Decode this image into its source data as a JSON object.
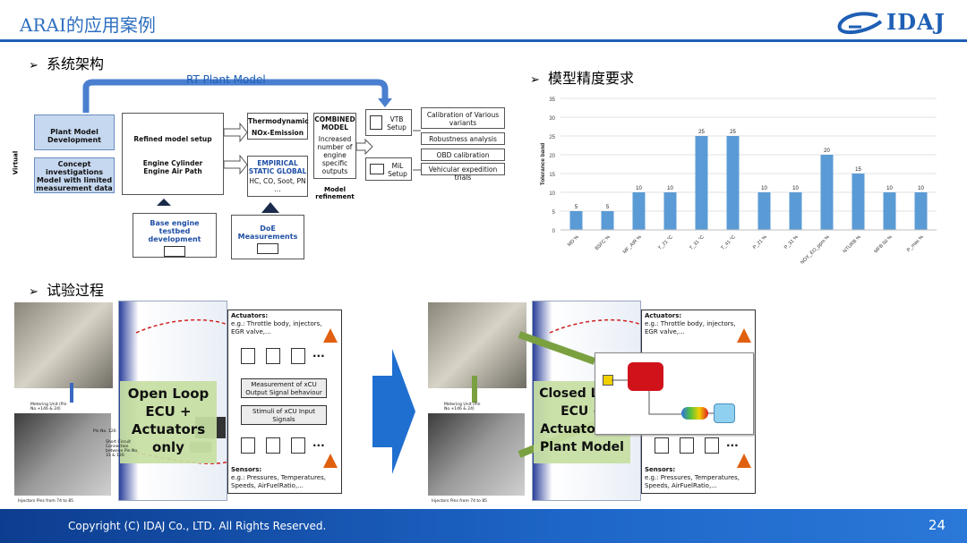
{
  "header": {
    "title": "ARAI的应用案例",
    "logo_text": "IDAJ"
  },
  "sections": {
    "architecture": "系统架构",
    "accuracy": "模型精度要求",
    "process": "试验过程"
  },
  "arch": {
    "rt_plant_model": "RT Plant Model",
    "virtual": "Virtual",
    "plant_model_dev": "Plant Model Development",
    "concept": "Concept investigations Model with limited measurement data",
    "refined": "Refined model setup",
    "engine_cyl": "Engine Cylinder Engine Air Path",
    "thermo": "Thermodynamic",
    "nox": "NOx-Emission",
    "empirical": "EMPIRICAL STATIC GLOBAL",
    "hc": "HC, CO, Soot, PN ...",
    "combined": "COMBINED MODEL",
    "increased": "Increased number of engine specific outputs",
    "model_ref": "Model refinement",
    "vtb": "VTB Setup",
    "mil": "MiL Setup",
    "cal": "Calibration of Various variants",
    "robust": "Robustness analysis",
    "obd": "OBD calibration",
    "vehicular": "Vehicular expedition trials",
    "base_engine": "Base engine testbed development",
    "doe": "DoE Measurements"
  },
  "chart_data": {
    "type": "bar",
    "categories": [
      "MD %",
      "BSFC %",
      "MF_AIR %",
      "T_21 °C",
      "T_31 °C",
      "T_41 °C",
      "P_21 %",
      "P_31 %",
      "NOX_EO_ppm %",
      "NTURB %",
      "MFB 50 %",
      "P_max %"
    ],
    "values": [
      5,
      5,
      10,
      10,
      25,
      25,
      10,
      10,
      20,
      15,
      10,
      10
    ],
    "ylabel": "Tolerance band",
    "ylim": [
      0,
      35
    ],
    "yticks": [
      0,
      5,
      10,
      15,
      20,
      25,
      30,
      35
    ],
    "bar_color": "#5b9bd5"
  },
  "process": {
    "actuators_title": "Actuators:",
    "actuators_text": "e.g.: Throttle body, injectors, EGR valve,...",
    "measurement": "Measurement of xCU Output Signal behaviour",
    "stimuli": "Stimuli of xCU Input Signals",
    "sensors_title": "Sensors:",
    "sensors_text": "e.g.: Pressures, Temperatures, Speeds, AirFuelRatio,...",
    "open_loop": "Open Loop ECU + Actuators only",
    "closed_loop": "Closed Loop ECU + Actuators + Plant Model",
    "ellipsis": "...",
    "metering": "Metering Unit (Pin No.+146 & 24)",
    "pin_126": "Pin No. 126",
    "short_circuit": "Short Circuit Connection between Pin No. 31 & 126",
    "injectors": "Injectors Pins from 74 to 85"
  },
  "footer": {
    "copyright": "Copyright (C)  IDAJ Co., LTD. All Rights Reserved.",
    "page": "24"
  }
}
